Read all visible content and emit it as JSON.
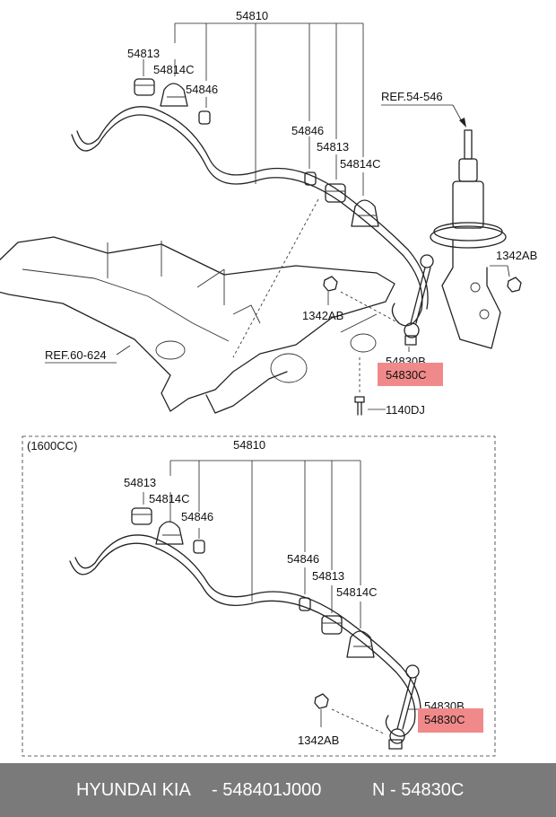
{
  "top": {
    "stabilizer_bar": "54810",
    "bushing_left": "54813",
    "bracket_left": "54814C",
    "collar_left": "54846",
    "collar_right": "54846",
    "bushing_right": "54813",
    "bracket_right": "54814C",
    "ref_strut": "REF.54-546",
    "nut_strut": "1342AB",
    "nut_link": "1342AB",
    "ref_crossmember": "REF.60-624",
    "link_b": "54830B",
    "link_c": "54830C",
    "bolt": "1140DJ"
  },
  "bottom": {
    "variant": "(1600CC)",
    "stabilizer_bar": "54810",
    "bushing_left": "54813",
    "bracket_left": "54814C",
    "collar_left": "54846",
    "collar_right": "54846",
    "bushing_right": "54813",
    "bracket_right": "54814C",
    "link_b": "54830B",
    "link_c": "54830C",
    "nut_link": "1342AB"
  },
  "colors": {
    "highlight": "#f08a8a",
    "footer_bg": "#7a7a7a"
  },
  "footer": {
    "brand": "HYUNDAI  KIA",
    "part_number": "- 548401J000",
    "ref_number": "N - 54830C"
  }
}
